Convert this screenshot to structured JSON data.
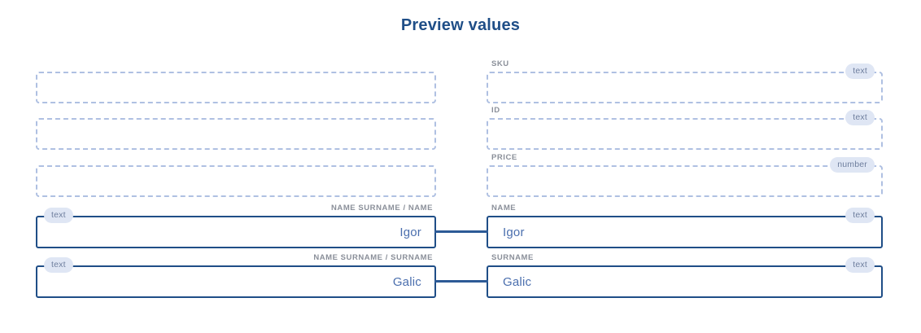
{
  "header": {
    "title": "Preview values"
  },
  "colors": {
    "title": "#1f4e87",
    "dashed_border": "#afc0e2",
    "solid_border": "#1f4e87",
    "pill_background": "#dfe6f4",
    "pill_text": "#6f7f9e",
    "value_text": "#4b6fae",
    "label_text": "#8a8f99",
    "connector": "#2d5a96"
  },
  "left_column": {
    "fields": [
      {
        "label": "",
        "type_badge": "",
        "value": "",
        "style": "dashed"
      },
      {
        "label": "",
        "type_badge": "",
        "value": "",
        "style": "dashed"
      },
      {
        "label": "",
        "type_badge": "",
        "value": "",
        "style": "dashed"
      },
      {
        "label": "NAME SURNAME / NAME",
        "type_badge": "text",
        "value": "Igor",
        "style": "solid"
      },
      {
        "label": "NAME SURNAME / SURNAME",
        "type_badge": "text",
        "value": "Galic",
        "style": "solid"
      }
    ]
  },
  "right_column": {
    "fields": [
      {
        "label": "SKU",
        "type_badge": "text",
        "value": "",
        "style": "dashed"
      },
      {
        "label": "ID",
        "type_badge": "text",
        "value": "",
        "style": "dashed"
      },
      {
        "label": "PRICE",
        "type_badge": "number",
        "value": "",
        "style": "dashed"
      },
      {
        "label": "NAME",
        "type_badge": "text",
        "value": "Igor",
        "style": "solid"
      },
      {
        "label": "SURNAME",
        "type_badge": "text",
        "value": "Galic",
        "style": "solid"
      }
    ]
  },
  "connectors": [
    {
      "from": "NAME SURNAME / NAME",
      "to": "NAME"
    },
    {
      "from": "NAME SURNAME / SURNAME",
      "to": "SURNAME"
    }
  ]
}
